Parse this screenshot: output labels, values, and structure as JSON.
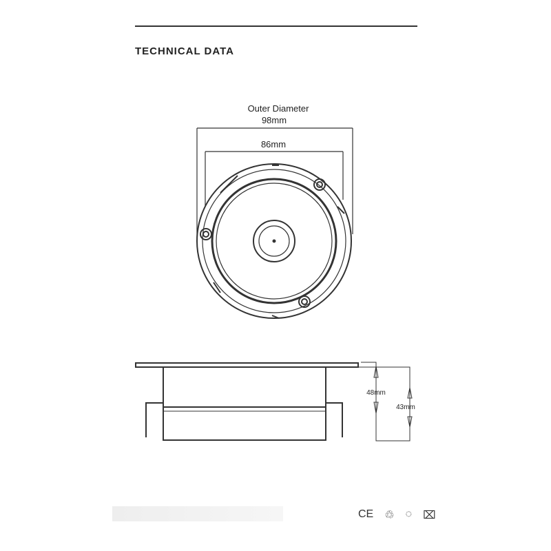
{
  "header": {
    "title": "TECHNICAL DATA"
  },
  "top_view": {
    "outer_label": "Outer Diameter",
    "outer_value": "98mm",
    "inner_value": "86mm"
  },
  "side_view": {
    "total_height": "48mm",
    "body_height": "43mm"
  },
  "footer": {
    "icons": [
      "ce-mark-icon",
      "recycle-icon",
      "circle-mark-icon",
      "weee-bin-icon"
    ],
    "ce": "CE",
    "recycle": "♲",
    "circle": "◌",
    "bin": "⌧"
  }
}
